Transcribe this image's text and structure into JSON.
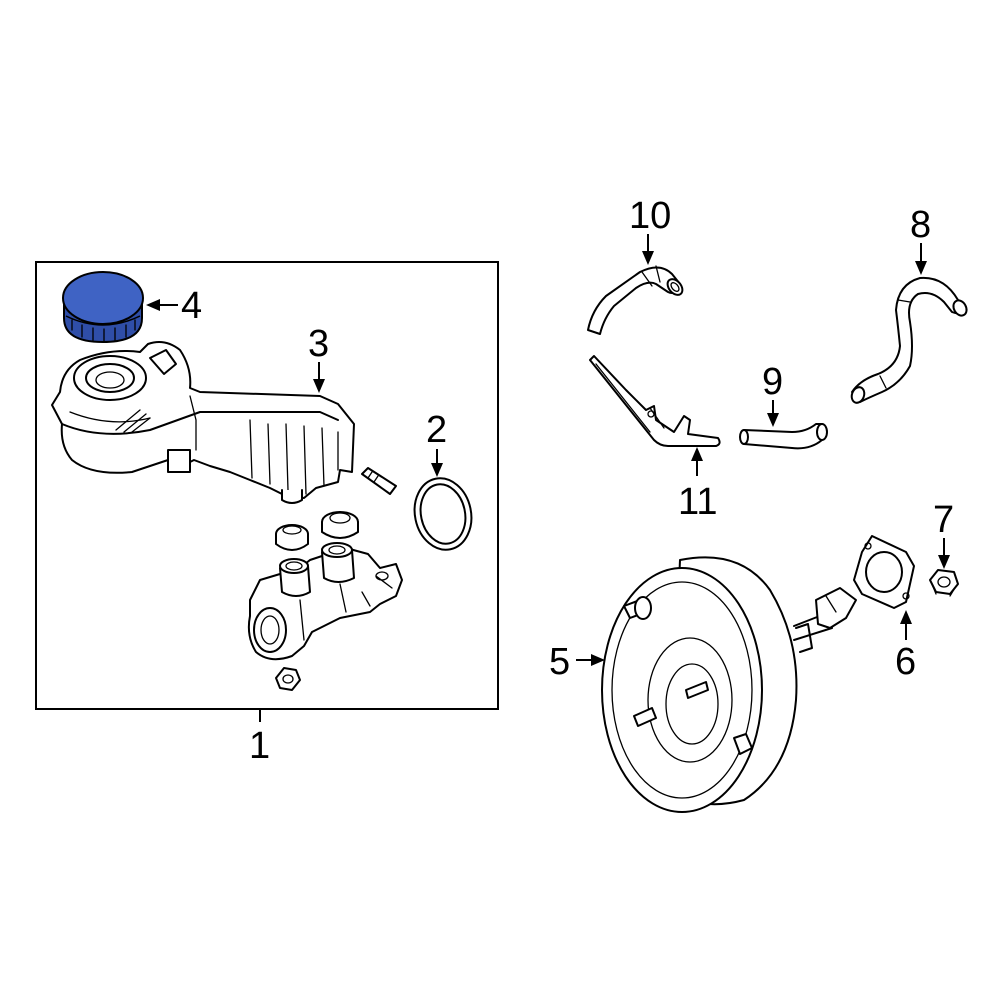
{
  "diagram": {
    "callouts": [
      {
        "id": "1",
        "label": "1"
      },
      {
        "id": "2",
        "label": "2"
      },
      {
        "id": "3",
        "label": "3"
      },
      {
        "id": "4",
        "label": "4"
      },
      {
        "id": "5",
        "label": "5"
      },
      {
        "id": "6",
        "label": "6"
      },
      {
        "id": "7",
        "label": "7"
      },
      {
        "id": "8",
        "label": "8"
      },
      {
        "id": "9",
        "label": "9"
      },
      {
        "id": "10",
        "label": "10"
      },
      {
        "id": "11",
        "label": "11"
      }
    ],
    "highlight_color": "#2f4ea8",
    "line_color": "#000000"
  }
}
